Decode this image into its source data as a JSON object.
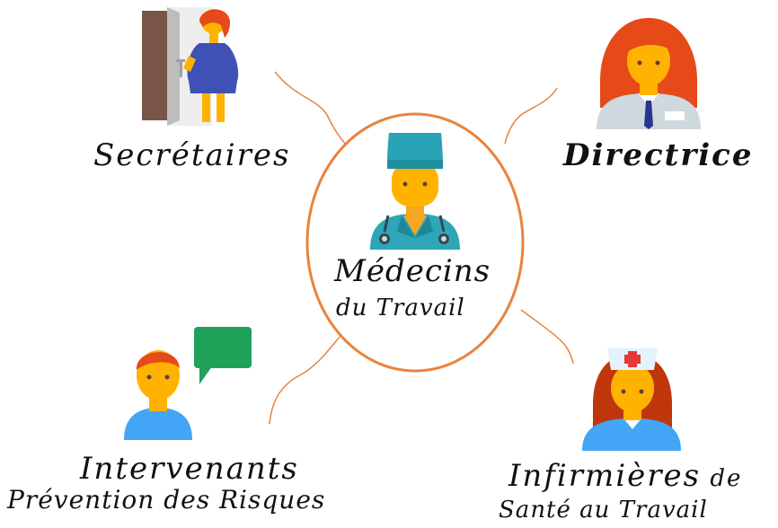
{
  "center": {
    "line1": "Médecins",
    "line2": "du Travail"
  },
  "nodes": {
    "secretaires": {
      "label": "Secrétaires"
    },
    "directrice": {
      "label": "Directrice"
    },
    "intervenants": {
      "line1": "Intervenants",
      "line2": "Prévention des Risques"
    },
    "infirmieres": {
      "line1": "Infirmières",
      "line1_suffix": " de",
      "line2": "Santé au Travail"
    }
  },
  "colors": {
    "connector": "#e8843c",
    "ellipse": "#e8843c"
  },
  "icons": [
    "doctor-icon",
    "secretary-door-icon",
    "directrice-icon",
    "speaker-chat-icon",
    "nurse-icon"
  ]
}
